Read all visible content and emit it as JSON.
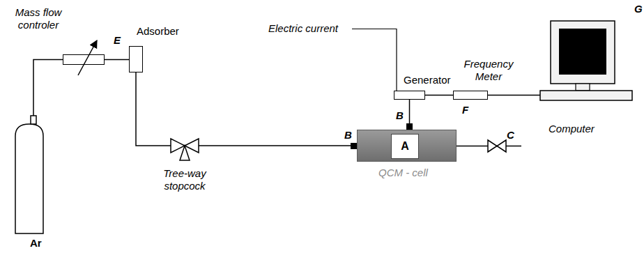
{
  "diagram": {
    "nodes": [
      {
        "text": [
          "Mass flow controler",
          "E"
        ]
      },
      {
        "text": [
          "Adsorber"
        ]
      },
      {
        "text": [
          "QCM - cell"
        ]
      },
      {
        "text": [
          "A"
        ],
        "in": 2
      },
      {
        "text": [
          "Generator"
        ]
      },
      {
        "text": [
          "Frequency Meter",
          "F"
        ]
      },
      {
        "text": [
          "Computer",
          "G"
        ]
      }
    ],
    "edges": [
      {
        "from": 0,
        "to": 1,
        "arrow": "none"
      },
      {
        "from": 1,
        "to": 2,
        "arrow": "none"
      },
      {
        "from": 4,
        "to": 2,
        "arrow": "none"
      },
      {
        "from": 4,
        "to": 5,
        "arrow": "none"
      },
      {
        "from": 5,
        "to": 6,
        "arrow": "none"
      }
    ],
    "labels": [
      "Ar",
      "Tree-way stopcock",
      "B",
      "B",
      "C",
      "Electric current"
    ]
  }
}
